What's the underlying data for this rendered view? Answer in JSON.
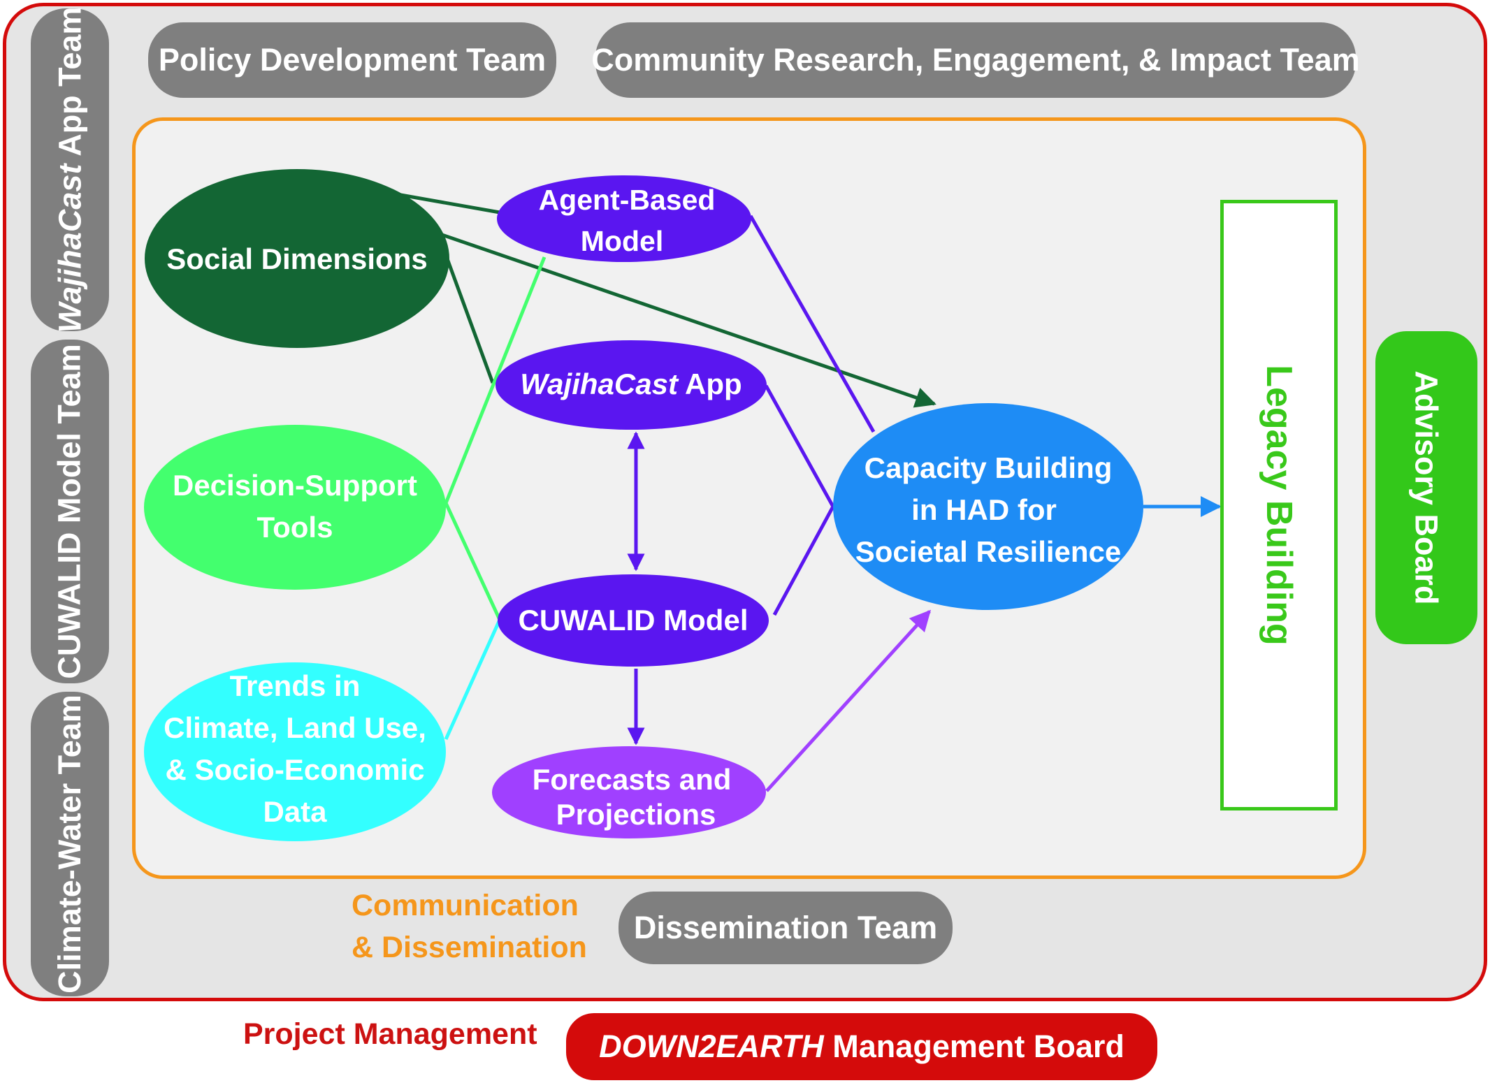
{
  "teams": {
    "policy": "Policy Development Team",
    "community": "Community Research, Engagement, & Impact Team",
    "dissemination": "Dissemination Team",
    "app_team_italic": "WajihaCast",
    "app_team_rest": " App Team",
    "model_team": "CUWALID Model Team",
    "climate_team": "Climate-Water Team",
    "advisory": "Advisory Board"
  },
  "nodes": {
    "social": "Social Dimensions",
    "decision_line1": "Decision-Support",
    "decision_line2": "Tools",
    "trends_line1": "Trends in",
    "trends_line2": "Climate, Land Use,",
    "trends_line3": "& Socio-Economic",
    "trends_line4": "Data",
    "abm_line1": "Agent-Based",
    "abm_line2": "Model",
    "app_italic": "WajihaCast",
    "app_rest": " App",
    "cuwalid": "CUWALID Model",
    "forecasts_line1": "Forecasts and",
    "forecasts_line2": "Projections",
    "capacity_line1": "Capacity Building",
    "capacity_line2": "in HAD for",
    "capacity_line3": "Societal Resilience"
  },
  "legacy": "Legacy Building",
  "comm_line1": "Communication",
  "comm_line2": "& Dissemination",
  "project_management": "Project Management",
  "board_italic": "DOWN2EARTH",
  "board_rest": " Management Board",
  "colors": {
    "frame_red": "#d40b0b",
    "frame_orange": "#f5961b",
    "team_grey": "#7f7f7f",
    "social_green": "#136634",
    "decision_green": "#43ff6e",
    "trends_cyan": "#33ffff",
    "model_purple": "#5a16f0",
    "forecast_purple": "#a040ff",
    "capacity_blue": "#1e8cf5",
    "legacy_green": "#39c81a"
  }
}
